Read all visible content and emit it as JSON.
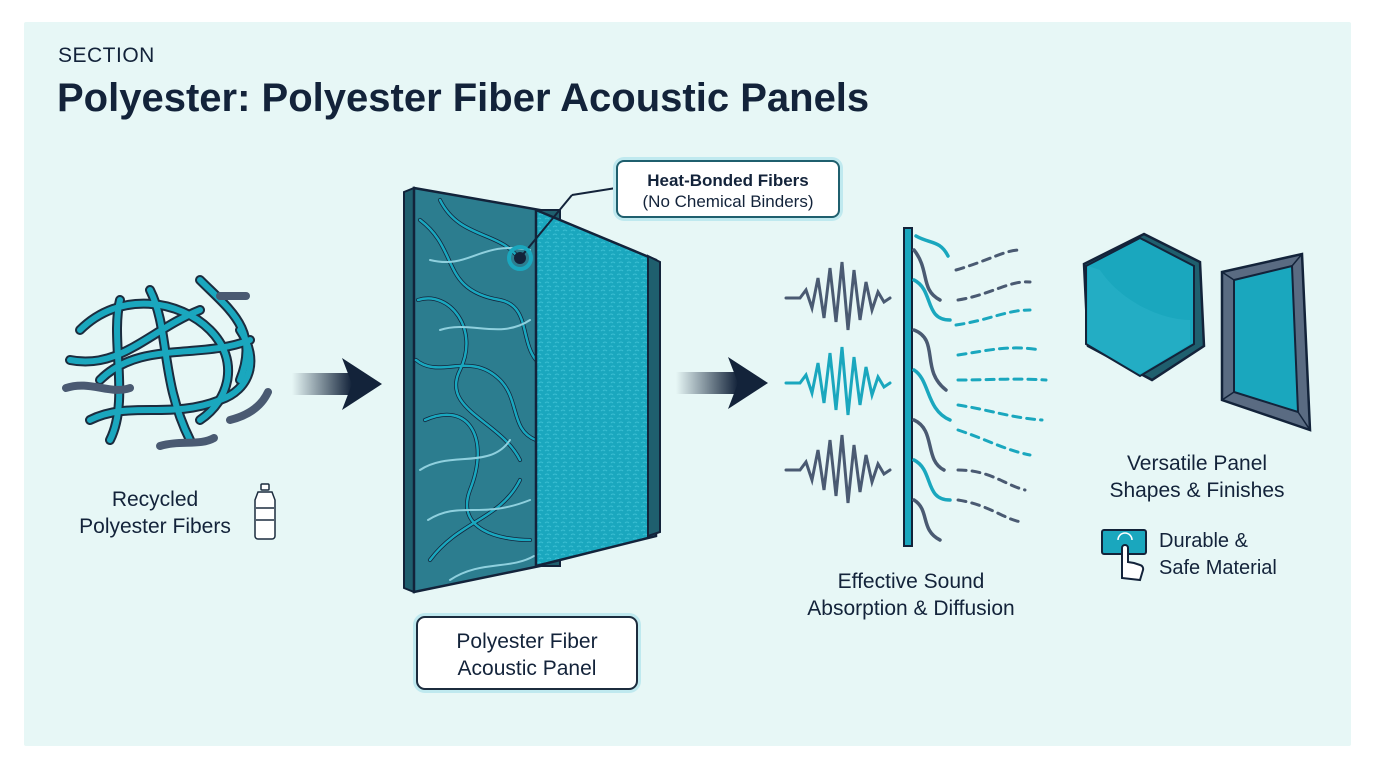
{
  "header": {
    "eyebrow": "SECTION",
    "title": "Polyester: Polyester Fiber Acoustic Panels"
  },
  "steps": {
    "fibers": {
      "line1": "Recycled",
      "line2": "Polyester Fibers",
      "icon": "plastic-bottle-icon"
    },
    "callout": {
      "line1": "Heat-Bonded Fibers",
      "line2": "(No Chemical Binders)"
    },
    "panel": {
      "line1": "Polyester Fiber",
      "line2": "Acoustic Panel"
    },
    "sound": {
      "line1": "Effective Sound",
      "line2": "Absorption & Diffusion"
    },
    "shapes": {
      "line1": "Versatile Panel",
      "line2": "Shapes & Finishes"
    },
    "durable": {
      "line1": "Durable &",
      "line2": "Safe Material",
      "icon": "hand-touch-icon"
    }
  },
  "colors": {
    "background": "#e7f7f6",
    "teal": "#1aa7be",
    "dark_teal": "#1f5f6e",
    "navy": "#13233a",
    "slate": "#4a5a72"
  }
}
